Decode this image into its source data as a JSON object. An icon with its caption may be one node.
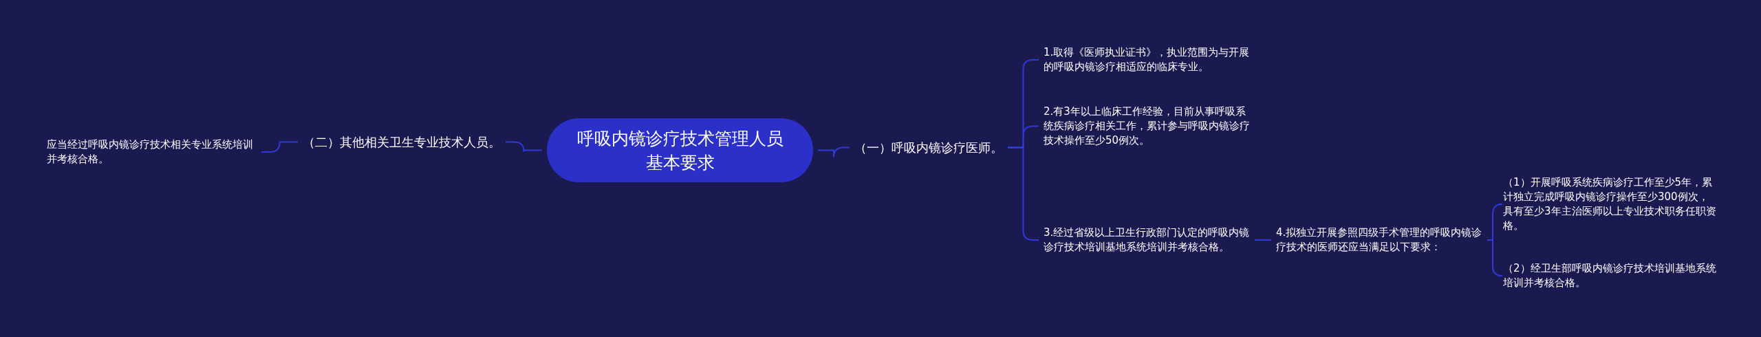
{
  "diagram": {
    "nodes": [
      {
        "text": [
          "呼吸内镜诊疗技术管理人员基本要求"
        ]
      },
      {
        "text": [
          "（一）呼吸内镜诊疗医师。"
        ]
      },
      {
        "text": [
          "1.取得《医师执业证书》，执业范围为与开展的呼吸内镜诊疗相适应的临床专业。"
        ]
      },
      {
        "text": [
          "2.有3年以上临床工作经验，目前从事呼吸系统疾病诊疗相关工作，累计参与呼吸内镜诊疗技术操作至少50例次。"
        ]
      },
      {
        "text": [
          "3.经过省级以上卫生行政部门认定的呼吸内镜诊疗技术培训基地系统培训并考核合格。"
        ]
      },
      {
        "text": [
          "4.拟独立开展参照四级手术管理的呼吸内镜诊疗技术的医师还应当满足以下要求："
        ]
      },
      {
        "text": [
          "（1）开展呼吸系统疾病诊疗工作至少5年，累计独立完成呼吸内镜诊疗操作至少300例次，具有至少3年主治医师以上专业技术职务任职资格。"
        ]
      },
      {
        "text": [
          "（2）经卫生部呼吸内镜诊疗技术培训基地系统培训并考核合格。"
        ]
      },
      {
        "text": [
          "（二）其他相关卫生专业技术人员。"
        ]
      },
      {
        "text": [
          "应当经过呼吸内镜诊疗技术相关专业系统培训并考核合格。"
        ]
      }
    ],
    "edges": [
      {
        "from": 0,
        "to": 1,
        "arrow": "none"
      },
      {
        "from": 1,
        "to": 2,
        "arrow": "none"
      },
      {
        "from": 1,
        "to": 3,
        "arrow": "none"
      },
      {
        "from": 1,
        "to": 4,
        "arrow": "none"
      },
      {
        "from": 4,
        "to": 5,
        "arrow": "none"
      },
      {
        "from": 5,
        "to": 6,
        "arrow": "none"
      },
      {
        "from": 5,
        "to": 7,
        "arrow": "none"
      },
      {
        "from": 0,
        "to": 8,
        "arrow": "none"
      },
      {
        "from": 8,
        "to": 9,
        "arrow": "none"
      }
    ]
  }
}
